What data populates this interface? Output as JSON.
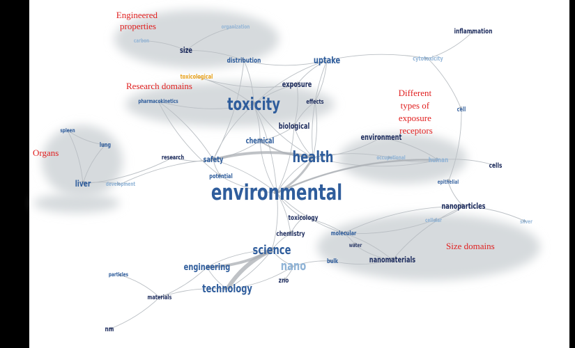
{
  "domain_labels": [
    {
      "id": "engineered-properties",
      "lines": [
        "Engineered",
        "properties"
      ]
    },
    {
      "id": "research-domains",
      "lines": [
        "Research domains"
      ]
    },
    {
      "id": "organs",
      "lines": [
        "Organs"
      ]
    },
    {
      "id": "exposure-receptors",
      "lines": [
        "Different",
        "types of",
        "exposure",
        "receptors"
      ]
    },
    {
      "id": "size-domains",
      "lines": [
        "Size domains"
      ]
    }
  ],
  "colors": {
    "domain_label": "#e02020",
    "term_dark": "#1b2a5c",
    "term_mid": "#2f5d9c",
    "term_light": "#8fb3d6",
    "term_orange": "#e8a21c",
    "edge": "#b9bec3",
    "cluster_shadow": "#d6dadd"
  },
  "terms": [
    {
      "id": "organization",
      "text": "organization"
    },
    {
      "id": "carbon",
      "text": "carbon"
    },
    {
      "id": "size",
      "text": "size"
    },
    {
      "id": "distribution",
      "text": "distribution"
    },
    {
      "id": "uptake",
      "text": "uptake"
    },
    {
      "id": "cytotoxicity",
      "text": "cytotoxicity"
    },
    {
      "id": "inflammation",
      "text": "inflammation"
    },
    {
      "id": "toxicological",
      "text": "toxicological"
    },
    {
      "id": "exposure",
      "text": "exposure"
    },
    {
      "id": "pharmacokinetics",
      "text": "pharmacokinetics"
    },
    {
      "id": "toxicity",
      "text": "toxicity"
    },
    {
      "id": "effects",
      "text": "effects"
    },
    {
      "id": "cell",
      "text": "cell"
    },
    {
      "id": "biological",
      "text": "biological"
    },
    {
      "id": "spleen",
      "text": "spleen"
    },
    {
      "id": "lung",
      "text": "lung"
    },
    {
      "id": "chemical",
      "text": "chemical"
    },
    {
      "id": "environment",
      "text": "environment"
    },
    {
      "id": "research",
      "text": "research"
    },
    {
      "id": "safety",
      "text": "safety"
    },
    {
      "id": "health",
      "text": "health"
    },
    {
      "id": "occupational",
      "text": "occupational"
    },
    {
      "id": "human",
      "text": "human"
    },
    {
      "id": "cells",
      "text": "cells"
    },
    {
      "id": "liver",
      "text": "liver"
    },
    {
      "id": "development",
      "text": "development"
    },
    {
      "id": "potential",
      "text": "potential"
    },
    {
      "id": "epithelial",
      "text": "epithelial"
    },
    {
      "id": "environmental",
      "text": "environmental"
    },
    {
      "id": "nanoparticles",
      "text": "nanoparticles"
    },
    {
      "id": "toxicology",
      "text": "toxicology"
    },
    {
      "id": "cellular",
      "text": "cellular"
    },
    {
      "id": "silver",
      "text": "silver"
    },
    {
      "id": "chemistry",
      "text": "chemistry"
    },
    {
      "id": "molecular",
      "text": "molecular"
    },
    {
      "id": "water",
      "text": "water"
    },
    {
      "id": "science",
      "text": "science"
    },
    {
      "id": "nanomaterials",
      "text": "nanomaterials"
    },
    {
      "id": "engineering",
      "text": "engineering"
    },
    {
      "id": "nano",
      "text": "nano"
    },
    {
      "id": "bulk",
      "text": "bulk"
    },
    {
      "id": "particles",
      "text": "particles"
    },
    {
      "id": "zno",
      "text": "zno"
    },
    {
      "id": "technology",
      "text": "technology"
    },
    {
      "id": "materials",
      "text": "materials"
    },
    {
      "id": "nm",
      "text": "nm"
    }
  ]
}
